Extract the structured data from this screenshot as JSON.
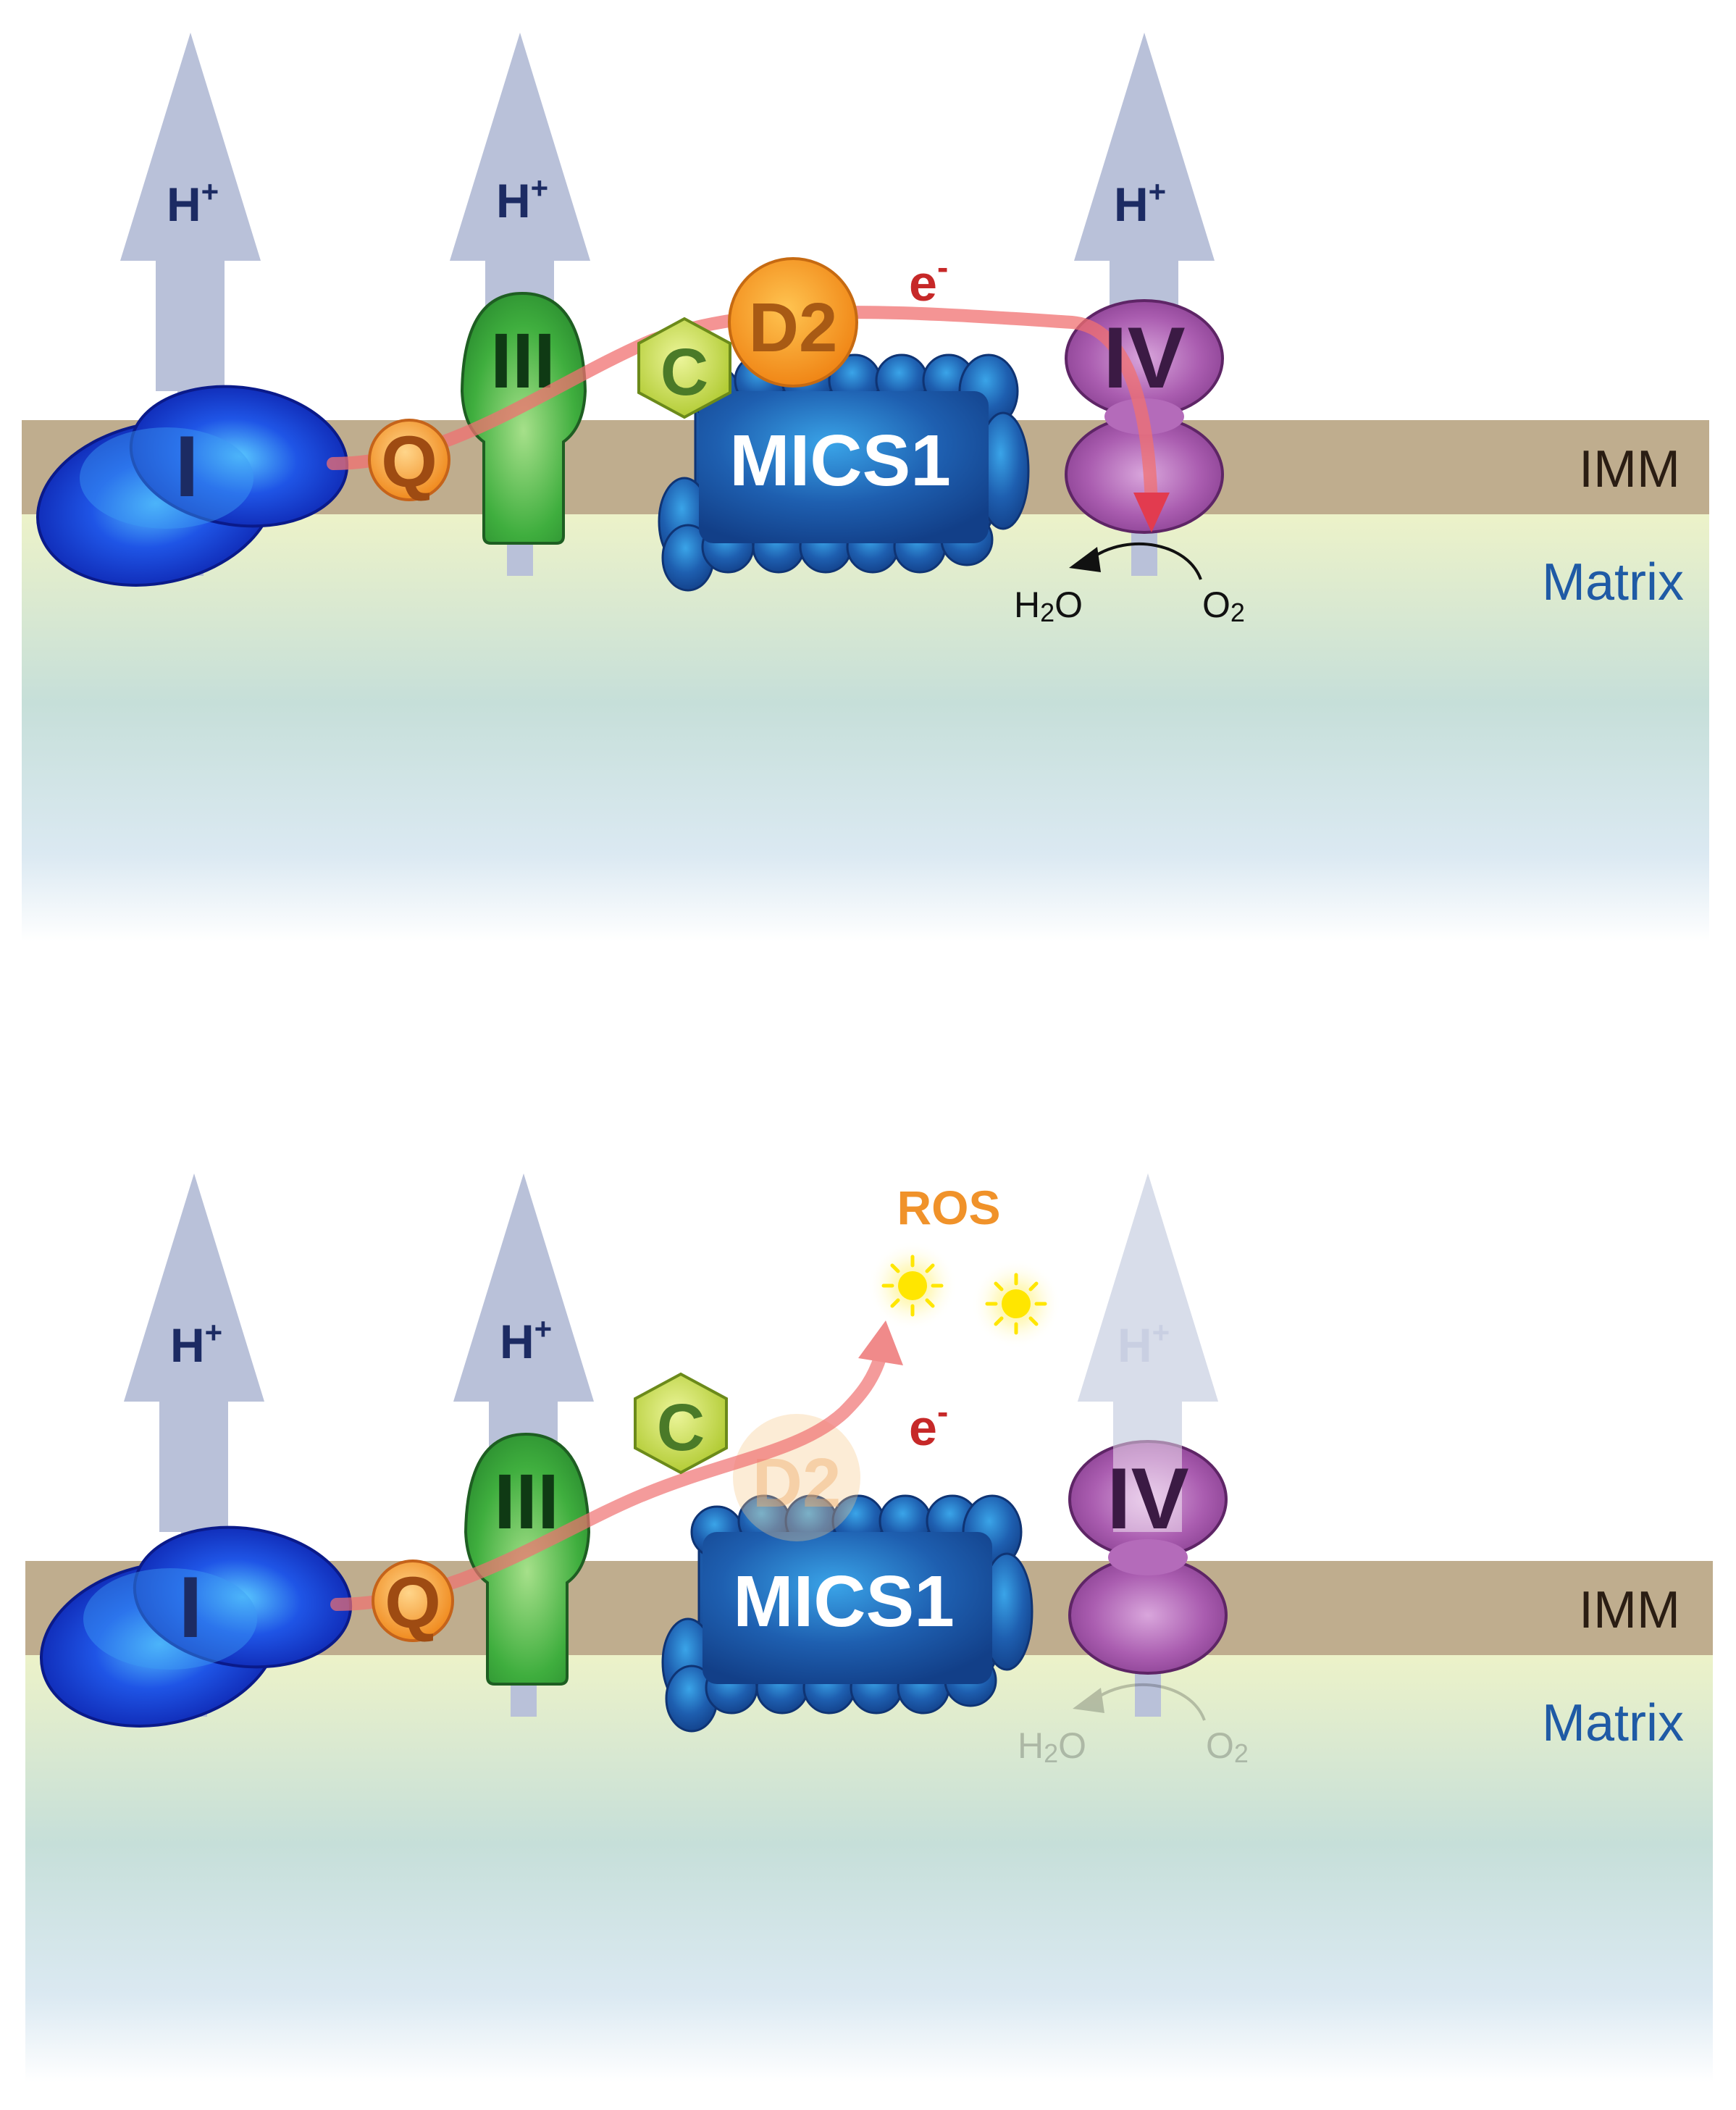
{
  "labels": {
    "proton": "H",
    "proton_charge": "+",
    "electron": "e",
    "electron_charge": "-",
    "complex_one": "I",
    "complex_three": "III",
    "complex_four": "IV",
    "quinone": "Q",
    "cytochrome_c": "C",
    "d2": "D2",
    "mics1": "MICS1",
    "membrane": "IMM",
    "matrix": "Matrix",
    "water_h": "H",
    "water_sub": "2",
    "water_o": "O",
    "oxygen_o": "O",
    "oxygen_sub": "2",
    "ros": "ROS"
  },
  "colors": {
    "proton_arrow": "#b9c1d9",
    "proton_text": "#1c2b63",
    "membrane": "#bfad8e",
    "matrix_top": "#e9efc4",
    "matrix_mid": "#c3dcd8",
    "complex_one": "#1a3fe0",
    "complex_three": "#34a83a",
    "complex_four": "#9b4ea0",
    "quinone": "#f39a2a",
    "cytochrome_c": "#c8dc50",
    "d2": "#f59a1c",
    "mics1": "#1d5aa8",
    "electron_path": "#f07070",
    "electron_text": "#c62828",
    "matrix_text": "#1f5aa5",
    "ros_text": "#f0922a",
    "ros_star": "#ffea00"
  }
}
